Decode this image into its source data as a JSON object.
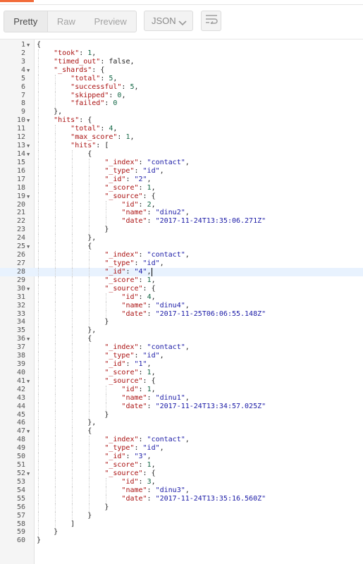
{
  "view_tabs": [
    {
      "label": "Pretty",
      "active": true
    },
    {
      "label": "Raw",
      "active": false
    },
    {
      "label": "Preview",
      "active": false
    }
  ],
  "format_select": {
    "value": "JSON"
  },
  "colors": {
    "accent": "#f26b3a",
    "string": "#1a1aa6",
    "key": "#a11",
    "highlight_line": "#e8f2fe"
  },
  "editor": {
    "highlighted_line": 28,
    "lines": [
      "{",
      "    \"took\": 1,",
      "    \"timed_out\": false,",
      "    \"_shards\": {",
      "        \"total\": 5,",
      "        \"successful\": 5,",
      "        \"skipped\": 0,",
      "        \"failed\": 0",
      "    },",
      "    \"hits\": {",
      "        \"total\": 4,",
      "        \"max_score\": 1,",
      "        \"hits\": [",
      "            {",
      "                \"_index\": \"contact\",",
      "                \"_type\": \"id\",",
      "                \"_id\": \"2\",",
      "                \"_score\": 1,",
      "                \"_source\": {",
      "                    \"id\": 2,",
      "                    \"name\": \"dinu2\",",
      "                    \"date\": \"2017-11-24T13:35:06.271Z\"",
      "                }",
      "            },",
      "            {",
      "                \"_index\": \"contact\",",
      "                \"_type\": \"id\",",
      "                \"_id\": \"4\",",
      "                \"_score\": 1,",
      "                \"_source\": {",
      "                    \"id\": 4,",
      "                    \"name\": \"dinu4\",",
      "                    \"date\": \"2017-11-25T06:06:55.148Z\"",
      "                }",
      "            },",
      "            {",
      "                \"_index\": \"contact\",",
      "                \"_type\": \"id\",",
      "                \"_id\": \"1\",",
      "                \"_score\": 1,",
      "                \"_source\": {",
      "                    \"id\": 1,",
      "                    \"name\": \"dinu1\",",
      "                    \"date\": \"2017-11-24T13:34:57.025Z\"",
      "                }",
      "            },",
      "            {",
      "                \"_index\": \"contact\",",
      "                \"_type\": \"id\",",
      "                \"_id\": \"3\",",
      "                \"_score\": 1,",
      "                \"_source\": {",
      "                    \"id\": 3,",
      "                    \"name\": \"dinu3\",",
      "                    \"date\": \"2017-11-24T13:35:16.560Z\"",
      "                }",
      "            }",
      "        ]",
      "    }",
      "}"
    ]
  }
}
